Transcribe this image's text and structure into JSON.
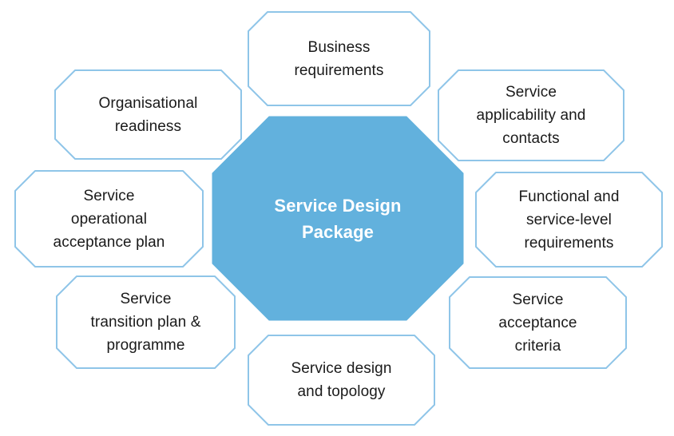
{
  "diagram": {
    "title": "Service Design Package",
    "center": {
      "label": [
        "Service Design",
        "Package"
      ]
    },
    "nodes": [
      {
        "id": "business-requirements",
        "label": [
          "Business",
          "requirements"
        ]
      },
      {
        "id": "service-applicability-and-contacts",
        "label": [
          "Service",
          "applicability and",
          "contacts"
        ]
      },
      {
        "id": "functional-and-service-level-requirements",
        "label": [
          "Functional and",
          "service-level",
          "requirements"
        ]
      },
      {
        "id": "service-acceptance-criteria",
        "label": [
          "Service",
          "acceptance",
          "criteria"
        ]
      },
      {
        "id": "service-design-and-topology",
        "label": [
          "Service design",
          "and topology"
        ]
      },
      {
        "id": "service-transition-plan-and-programme",
        "label": [
          "Service",
          "transition plan &",
          "programme"
        ]
      },
      {
        "id": "service-operational-acceptance-plan",
        "label": [
          "Service",
          "operational",
          "acceptance plan"
        ]
      },
      {
        "id": "organisational-readiness",
        "label": [
          "Organisational",
          "readiness"
        ]
      }
    ],
    "colors": {
      "node_fill": "#FFFFFF",
      "node_border": "#8FC5E8",
      "center_fill": "#62B1DD",
      "center_text": "#FFFFFF",
      "text": "#1A1A1A"
    }
  }
}
